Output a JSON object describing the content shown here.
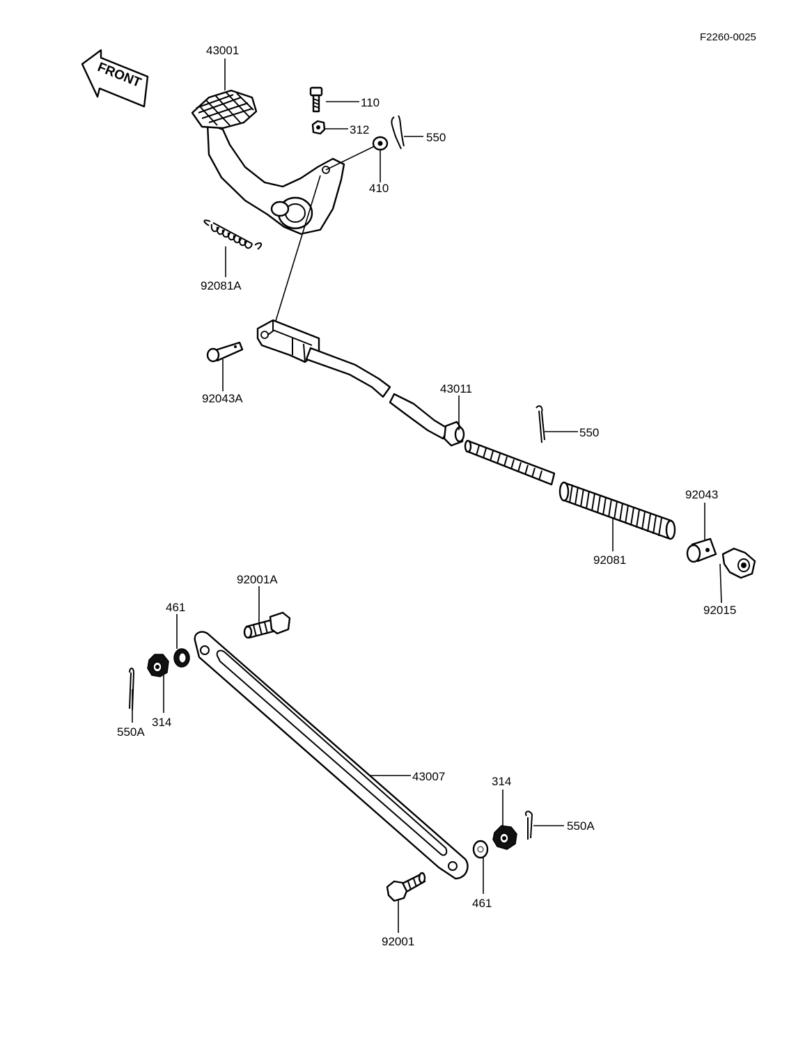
{
  "diagram_code": "F2260-0025",
  "front_label": "FRONT",
  "parts": {
    "p43001": "43001",
    "p110": "110",
    "p312": "312",
    "p550_top": "550",
    "p410": "410",
    "p92081A": "92081A",
    "p92043A": "92043A",
    "p43011": "43011",
    "p550_mid": "550",
    "p92043": "92043",
    "p92081": "92081",
    "p92015": "92015",
    "p92001A": "92001A",
    "p461_left": "461",
    "p550A_left": "550A",
    "p314_left": "314",
    "p43007": "43007",
    "p314_right": "314",
    "p550A_right": "550A",
    "p461_right": "461",
    "p92001": "92001"
  }
}
